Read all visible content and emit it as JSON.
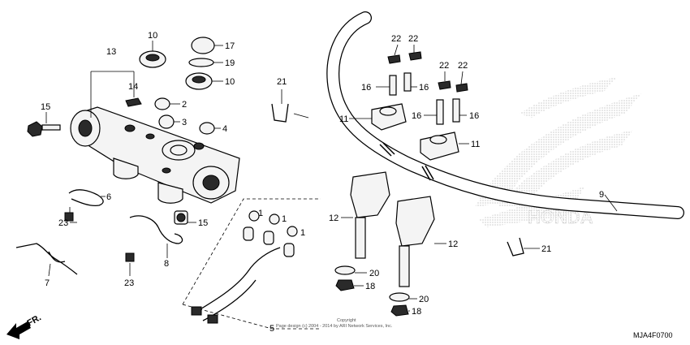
{
  "diagram": {
    "drawing_code": "MJA4F0700",
    "copyright_line1": "Copyright",
    "copyright_line2": "Page design (c) 2004 - 2014 by ARI Network Services, Inc.",
    "front_label": "FR.",
    "watermark": "HONDA",
    "callouts": [
      "1",
      "1",
      "1",
      "2",
      "3",
      "4",
      "5",
      "6",
      "7",
      "8",
      "9",
      "10",
      "10",
      "11",
      "11",
      "12",
      "12",
      "13",
      "14",
      "15",
      "15",
      "16",
      "16",
      "16",
      "16",
      "17",
      "18",
      "18",
      "19",
      "20",
      "20",
      "21",
      "21",
      "22",
      "22",
      "22",
      "22",
      "23",
      "23"
    ]
  }
}
